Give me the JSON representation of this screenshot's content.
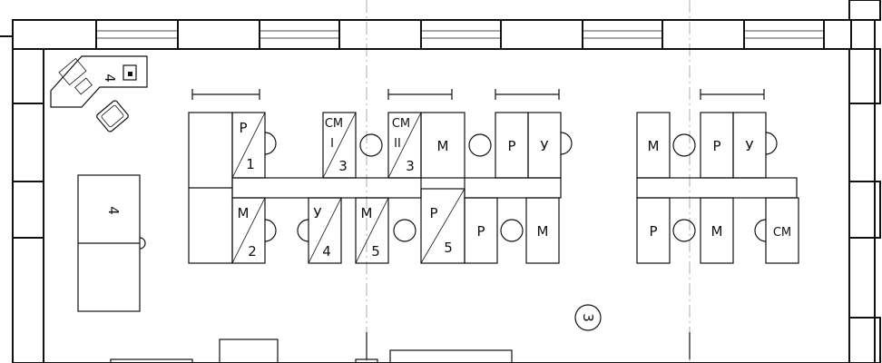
{
  "room_number": "3",
  "desks": [
    {
      "label": "Р",
      "number": "1"
    },
    {
      "label": "М",
      "number": "2"
    },
    {
      "label": "СМ",
      "roman": "I",
      "number": "3"
    },
    {
      "label": "СМ",
      "roman": "II",
      "number": "3"
    },
    {
      "label": "У",
      "number": "4"
    },
    {
      "label": "М",
      "number": "5"
    },
    {
      "label": "Р",
      "number": "5"
    }
  ],
  "group_mid_top": [
    "М",
    "Р",
    "У"
  ],
  "group_mid_bottom": [
    "Р",
    "М"
  ],
  "group_right_top": [
    "М",
    "Р",
    "У"
  ],
  "group_right_bottom": [
    "Р",
    "М",
    "СМ"
  ],
  "corner_workstation_number": "4",
  "table_number": "4"
}
